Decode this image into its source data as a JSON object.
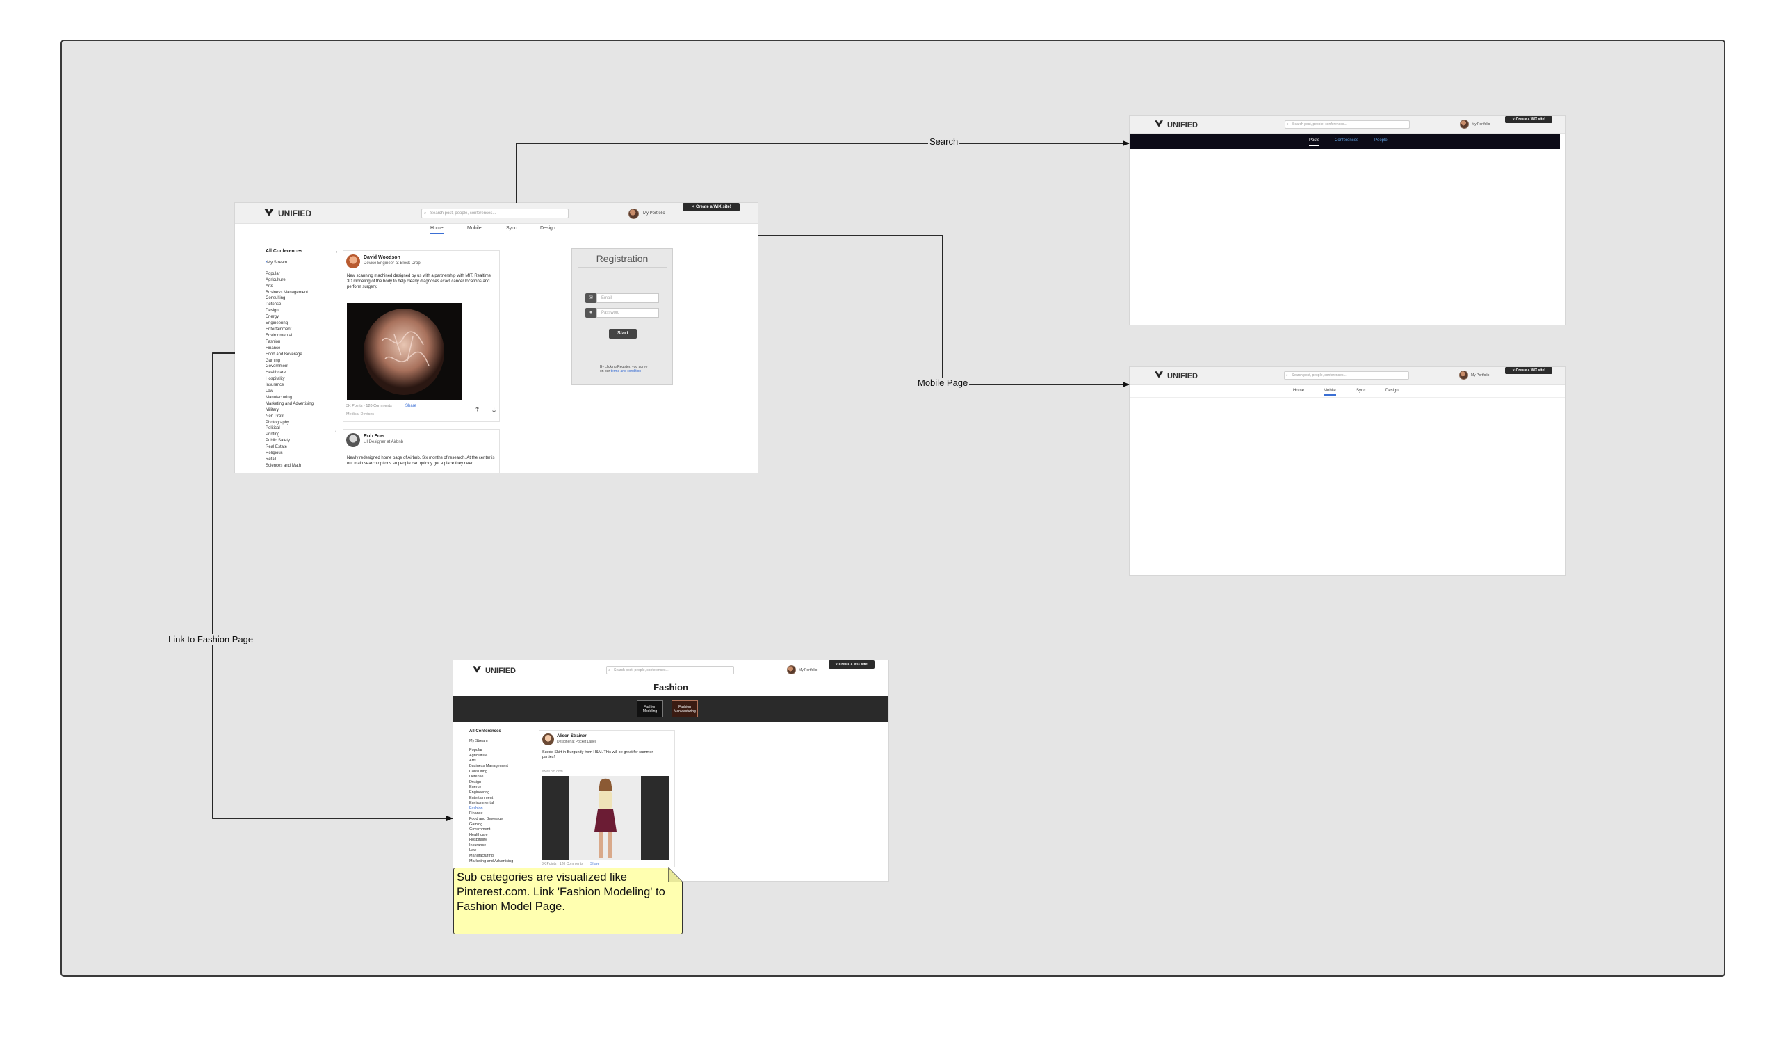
{
  "connectors": {
    "search_label": "Search",
    "mobile_label": "Mobile Page",
    "fashion_label": "Link to Fashion Page"
  },
  "common": {
    "brand": "UNIFIED",
    "search_placeholder": "Search post, people, conferences...",
    "portfolio_label": "My Portfolio",
    "wix_prefix": "Create a",
    "wix_brand": "WIX",
    "wix_suffix": "site!"
  },
  "main_mock": {
    "tabs": [
      "Home",
      "Mobile",
      "Sync",
      "Design"
    ],
    "active_tab": "Home",
    "sidebar": {
      "title": "All Conferences",
      "stream": "My Stream",
      "categories": [
        "Popular",
        "Agriculture",
        "Arts",
        "Business Management",
        "Consulting",
        "Defense",
        "Design",
        "Energy",
        "Engineering",
        "Entertainment",
        "Environmental",
        "Fashion",
        "Finance",
        "Food and Beverage",
        "Gaming",
        "Government",
        "Healthcare",
        "Hospitality",
        "Insurance",
        "Law",
        "Manufacturing",
        "Marketing and Advertising",
        "Military",
        "Non-Profit",
        "Photography",
        "Political",
        "Printing",
        "Public Safety",
        "Real Estate",
        "Religious",
        "Retail",
        "Sciences and Math"
      ]
    },
    "post1": {
      "author": "David Woodson",
      "role": "Device Engineer at Block Drop",
      "text": "New scanning machined designed by us with a partnership with MIT. Realtime 3D modeling of the body to help clearly diagnoses exact cancer locations and perform surgery.",
      "stats": "3K Points · 120 Comments",
      "share": "Share",
      "tag": "Medical Devices"
    },
    "post2": {
      "author": "Rob Foer",
      "role": "UI Designer at Airbnb",
      "text": "Newly redesigned home page of Airbnb. Six months of research. At the center is our main search options so people can quickly get a place they need."
    },
    "registration": {
      "title": "Registration",
      "email_placeholder": "Email",
      "password_placeholder": "Password",
      "button": "Start",
      "terms_text": "By clicking Register, you agree on our",
      "terms_link": "terms and condition"
    }
  },
  "search_mock": {
    "tabs": [
      "Posts",
      "Conferences",
      "People"
    ],
    "active_tab": "Posts"
  },
  "mobile_mock": {
    "tabs": [
      "Home",
      "Mobile",
      "Sync",
      "Design"
    ],
    "active_tab": "Mobile"
  },
  "fashion_mock": {
    "title": "Fashion",
    "subcategories": [
      "Fashion Modeling",
      "Fashion Manufacturing"
    ],
    "sidebar": {
      "title": "All Conferences",
      "stream": "My Stream",
      "categories": [
        "Popular",
        "Agriculture",
        "Arts",
        "Business Management",
        "Consulting",
        "Defense",
        "Design",
        "Energy",
        "Engineering",
        "Entertainment",
        "Environmental",
        "Fashion",
        "Finance",
        "Food and Beverage",
        "Gaming",
        "Government",
        "Healthcare",
        "Hospitality",
        "Insurance",
        "Law",
        "Manufacturing",
        "Marketing and Advertising"
      ]
    },
    "post": {
      "author": "Alison Strainer",
      "role": "Designer at Pocket Label",
      "text": "Suede Skirt in Burgundy from H&M. This will be great for summer parties!",
      "link": "www.hm.com",
      "stats": "3K Points · 120 Comments",
      "share": "Share"
    }
  },
  "note": {
    "text": "Sub categories are visualized like Pinterest.com. Link 'Fashion Modeling' to Fashion Model Page."
  }
}
